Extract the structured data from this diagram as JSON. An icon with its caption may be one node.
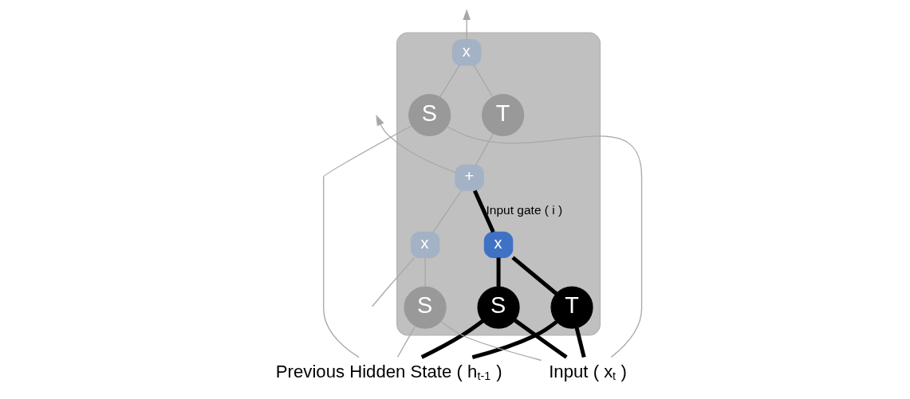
{
  "diagram": {
    "nodes": [
      {
        "text": [],
        "shape": "box"
      },
      {
        "text": [
          "x"
        ],
        "in": 0
      },
      {
        "text": [
          "+"
        ],
        "in": 0
      },
      {
        "text": [
          "x"
        ],
        "in": 0
      },
      {
        "text": [
          "S"
        ],
        "in": 0
      },
      {
        "text": [
          "S"
        ],
        "in": 0
      },
      {
        "text": [
          "T"
        ],
        "in": 0
      },
      {
        "text": [
          "S"
        ],
        "in": 0
      },
      {
        "text": [
          "T"
        ],
        "in": 0
      },
      {
        "text": [
          "x"
        ],
        "in": 0
      },
      {
        "text": [
          "Previous Hidden State ( h$_{t-1}$ )"
        ]
      },
      {
        "text": [
          "Input ( x$_{t}$ )"
        ]
      }
    ],
    "edges": [
      {
        "from": null,
        "to": 1,
        "arrow": "none"
      },
      {
        "from": 1,
        "to": 2,
        "arrow": "none"
      },
      {
        "from": 2,
        "to": null,
        "arrow": "to"
      },
      {
        "from": 2,
        "to": 8,
        "arrow": "none"
      },
      {
        "from": 8,
        "to": 9,
        "arrow": "none"
      },
      {
        "from": 9,
        "to": null,
        "arrow": "to"
      },
      {
        "from": 7,
        "to": 9,
        "arrow": "none"
      },
      {
        "from": 4,
        "to": 1,
        "arrow": "none"
      },
      {
        "from": 5,
        "to": 3,
        "arrow": "none",
        "style": "thick",
        "color": "#000000"
      },
      {
        "from": 6,
        "to": 3,
        "arrow": "none",
        "style": "thick",
        "color": "#000000"
      },
      {
        "from": 3,
        "to": 2,
        "arrow": "none",
        "style": "thick",
        "color": "#000000",
        "label": "Input gate ( i )"
      },
      {
        "from": 10,
        "to": 4,
        "arrow": "none"
      },
      {
        "from": 10,
        "to": 5,
        "arrow": "none",
        "style": "thick",
        "color": "#000000"
      },
      {
        "from": 10,
        "to": 6,
        "arrow": "none",
        "style": "thick",
        "color": "#000000"
      },
      {
        "from": 10,
        "to": 7,
        "arrow": "none"
      },
      {
        "from": 11,
        "to": 4,
        "arrow": "none"
      },
      {
        "from": 11,
        "to": 5,
        "arrow": "none",
        "style": "thick",
        "color": "#000000"
      },
      {
        "from": 11,
        "to": 6,
        "arrow": "none",
        "style": "thick",
        "color": "#000000"
      },
      {
        "from": 11,
        "to": 7,
        "arrow": "none"
      }
    ]
  }
}
